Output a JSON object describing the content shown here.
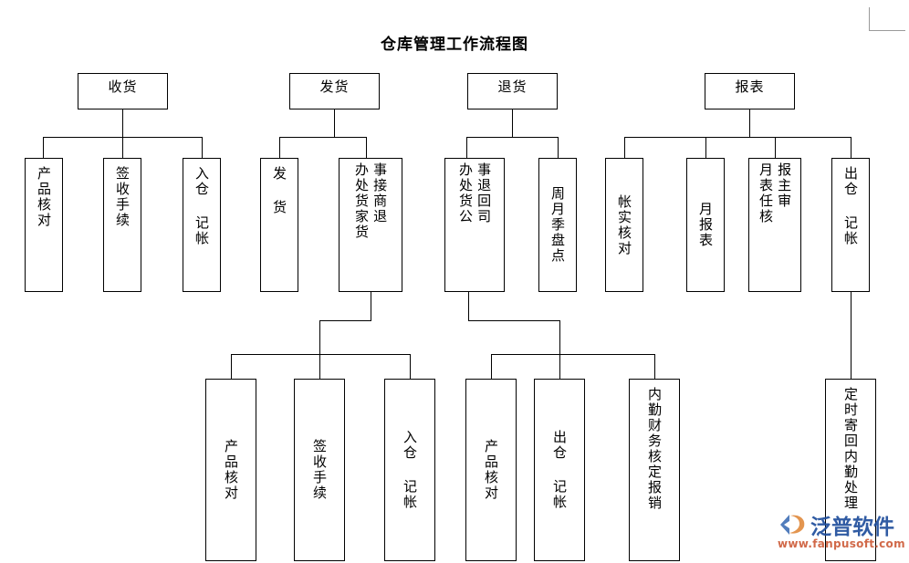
{
  "page": {
    "title": "仓库管理工作流程图",
    "background": "#ffffff",
    "line_color": "#000000",
    "crop_mark_color": "#9a9a9a"
  },
  "watermark": {
    "brand": "泛普软件",
    "url": "www.fanpusoft.com",
    "brand_color": "#1f4e9c",
    "url_color": "#c9502a",
    "logo_icon": "fanpu-logo-icon"
  },
  "chart_data": {
    "type": "diagram",
    "title": "仓库管理工作流程图",
    "nodes": [
      {
        "id": "n1",
        "label": "收货",
        "level": 1,
        "orientation": "horizontal"
      },
      {
        "id": "n2",
        "label": "发货",
        "level": 1,
        "orientation": "horizontal"
      },
      {
        "id": "n3",
        "label": "退货",
        "level": 1,
        "orientation": "horizontal"
      },
      {
        "id": "n4",
        "label": "报表",
        "level": 1,
        "orientation": "horizontal"
      },
      {
        "id": "n5",
        "label": "产品核对",
        "level": 2,
        "orientation": "vertical",
        "columns": [
          "产品核对"
        ]
      },
      {
        "id": "n6",
        "label": "签收手续",
        "level": 2,
        "orientation": "vertical",
        "columns": [
          "签收手续"
        ]
      },
      {
        "id": "n7",
        "label": "入仓 记帐",
        "level": 2,
        "orientation": "vertical",
        "columns": [
          "入仓 记帐"
        ]
      },
      {
        "id": "n8",
        "label": "发 货",
        "level": 2,
        "orientation": "vertical",
        "columns": [
          "发 货"
        ]
      },
      {
        "id": "n9",
        "label": "接商家退货事处办货",
        "level": 2,
        "orientation": "vertical",
        "columns": [
          "事接商退",
          "办处货家货"
        ]
      },
      {
        "id": "n10",
        "label": "退回公司事处办货",
        "level": 2,
        "orientation": "vertical",
        "columns": [
          "事退回司",
          "办处货公"
        ]
      },
      {
        "id": "n11",
        "label": "周月季盘点",
        "level": 2,
        "orientation": "vertical",
        "columns": [
          "周月季盘点"
        ]
      },
      {
        "id": "n12",
        "label": "帐实核对",
        "level": 2,
        "orientation": "vertical",
        "columns": [
          "帐实核对"
        ]
      },
      {
        "id": "n13",
        "label": "月报表",
        "level": 2,
        "orientation": "vertical",
        "columns": [
          "月报表"
        ]
      },
      {
        "id": "n14",
        "label": "报表主任审核",
        "level": 2,
        "orientation": "vertical",
        "columns": [
          "报主审",
          "月表任核"
        ]
      },
      {
        "id": "n15",
        "label": "出仓 记帐",
        "level": 2,
        "orientation": "vertical",
        "columns": [
          "出仓 记帐"
        ]
      },
      {
        "id": "n16",
        "label": "产品核对",
        "level": 3,
        "orientation": "vertical",
        "columns": [
          "产品核对"
        ]
      },
      {
        "id": "n17",
        "label": "签收手续",
        "level": 3,
        "orientation": "vertical",
        "columns": [
          "签收手续"
        ]
      },
      {
        "id": "n18",
        "label": "入仓 记帐",
        "level": 3,
        "orientation": "vertical",
        "columns": [
          "入仓 记帐"
        ]
      },
      {
        "id": "n19",
        "label": "产品核对",
        "level": 3,
        "orientation": "vertical",
        "columns": [
          "产品核对"
        ]
      },
      {
        "id": "n20",
        "label": "出仓 记帐",
        "level": 3,
        "orientation": "vertical",
        "columns": [
          "出仓 记帐"
        ]
      },
      {
        "id": "n21",
        "label": "内勤财务核定报销",
        "level": 3,
        "orientation": "vertical",
        "columns": [
          "内勤财务核定报销"
        ]
      },
      {
        "id": "n22",
        "label": "定时寄回内勤处理",
        "level": 3,
        "orientation": "vertical",
        "columns": [
          "定时寄回内勤处理"
        ]
      }
    ],
    "edges": [
      {
        "from": "n1",
        "to": "n5"
      },
      {
        "from": "n1",
        "to": "n6"
      },
      {
        "from": "n1",
        "to": "n7"
      },
      {
        "from": "n2",
        "to": "n8"
      },
      {
        "from": "n2",
        "to": "n9"
      },
      {
        "from": "n3",
        "to": "n10"
      },
      {
        "from": "n3",
        "to": "n11"
      },
      {
        "from": "n4",
        "to": "n12"
      },
      {
        "from": "n4",
        "to": "n13"
      },
      {
        "from": "n4",
        "to": "n14"
      },
      {
        "from": "n4",
        "to": "n15"
      },
      {
        "from": "n9",
        "to": "n16"
      },
      {
        "from": "n9",
        "to": "n17"
      },
      {
        "from": "n9",
        "to": "n18"
      },
      {
        "from": "n10",
        "to": "n19"
      },
      {
        "from": "n10",
        "to": "n20"
      },
      {
        "from": "n10",
        "to": "n21"
      },
      {
        "from": "n15",
        "to": "n22"
      }
    ]
  }
}
